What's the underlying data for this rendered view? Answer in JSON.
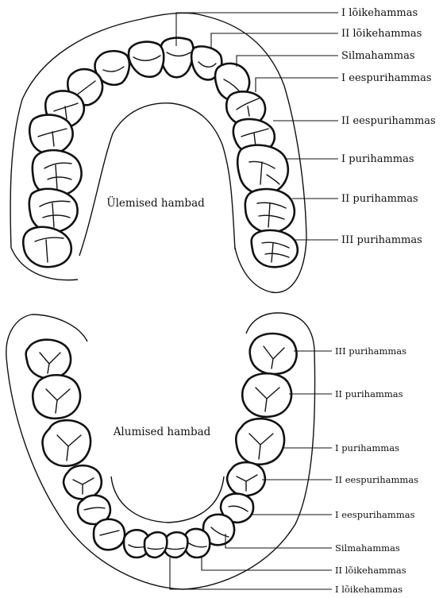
{
  "upper_jaw": {
    "title": "Ülemised hambad",
    "labels": [
      "I lõikehammas",
      "II lõikehammas",
      "Silmahammas",
      "I eespurihammas",
      "II eespurihammas",
      "I purihammas",
      "II purihammas",
      "III purihammas"
    ]
  },
  "lower_jaw": {
    "title": "Alumised hambad",
    "labels": [
      "III purihammas",
      "II purihammas",
      "I purihammas",
      "II eespurihammas",
      "I eespurihammas",
      "Silmahammas",
      "II lõikehammas",
      "I lõikehammas"
    ]
  }
}
